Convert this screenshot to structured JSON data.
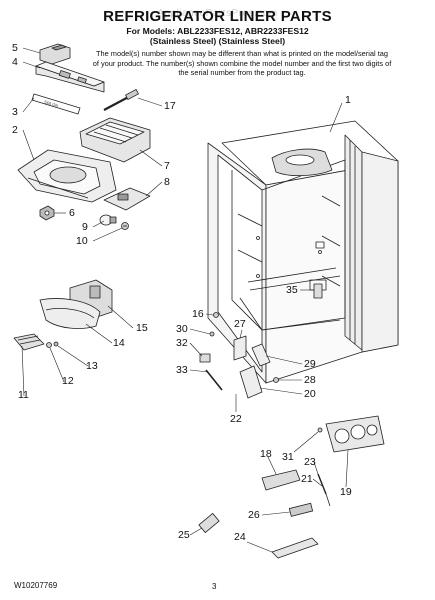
{
  "header": {
    "title": "REFRIGERATOR LINER PARTS",
    "models_line1": "For Models: ABL2233FES12, ABR2233FES12",
    "models_line2": "(Stainless Steel) (Stainless Steel)",
    "note": "The model(s) number shown may be different than what is printed on the model/serial tag of your product. The number(s) shown combine the model number and the first two digits of the serial number from the product tag.",
    "watermark": "AppliancePartsPros.com"
  },
  "footer": {
    "doc_number": "W10207769",
    "page_number": "3"
  },
  "part_label_text": "5&6 ON",
  "callouts": {
    "c1": "1",
    "c2": "2",
    "c3": "3",
    "c4": "4",
    "c5": "5",
    "c6": "6",
    "c7": "7",
    "c8": "8",
    "c9": "9",
    "c10": "10",
    "c11": "11",
    "c12": "12",
    "c13": "13",
    "c14": "14",
    "c15": "15",
    "c16": "16",
    "c17": "17",
    "c18": "18",
    "c19": "19",
    "c20": "20",
    "c21": "21",
    "c22": "22",
    "c23": "23",
    "c24": "24",
    "c25": "25",
    "c26": "26",
    "c27": "27",
    "c28": "28",
    "c29": "29",
    "c30": "30",
    "c31": "31",
    "c32": "32",
    "c33": "33",
    "c35": "35"
  }
}
